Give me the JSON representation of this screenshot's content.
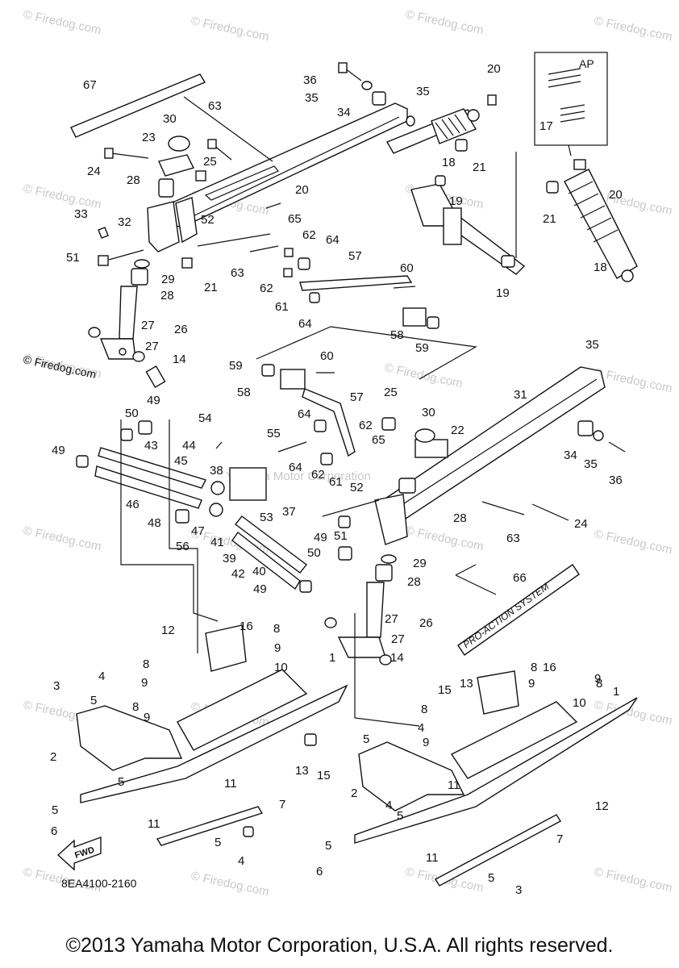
{
  "diagram": {
    "part_code": "8EA4100-2160",
    "inset_label": "AP",
    "fwd_label": "FWD",
    "watermark": "© Firedog.com",
    "center_watermark": "Yamaha Motor Corporation",
    "banner_text": "PRO-ACTION SYSTEM",
    "callouts": [
      {
        "id": "c67",
        "text": "67"
      },
      {
        "id": "c63a",
        "text": "63"
      },
      {
        "id": "c30a",
        "text": "30"
      },
      {
        "id": "c23",
        "text": "23"
      },
      {
        "id": "c24a",
        "text": "24"
      },
      {
        "id": "c25a",
        "text": "25"
      },
      {
        "id": "c28a",
        "text": "28"
      },
      {
        "id": "c33",
        "text": "33"
      },
      {
        "id": "c32",
        "text": "32"
      },
      {
        "id": "c52a",
        "text": "52"
      },
      {
        "id": "c51a",
        "text": "51"
      },
      {
        "id": "c29a",
        "text": "29"
      },
      {
        "id": "c28b",
        "text": "28"
      },
      {
        "id": "c21a",
        "text": "21"
      },
      {
        "id": "c27a",
        "text": "27"
      },
      {
        "id": "c26a",
        "text": "26"
      },
      {
        "id": "c27b",
        "text": "27"
      },
      {
        "id": "c36a",
        "text": "36"
      },
      {
        "id": "c35a",
        "text": "35"
      },
      {
        "id": "c34a",
        "text": "34"
      },
      {
        "id": "c35b",
        "text": "35"
      },
      {
        "id": "c20a",
        "text": "20"
      },
      {
        "id": "c18a",
        "text": "18"
      },
      {
        "id": "c21b",
        "text": "21"
      },
      {
        "id": "c20b",
        "text": "20"
      },
      {
        "id": "c65a",
        "text": "65"
      },
      {
        "id": "c62a",
        "text": "62"
      },
      {
        "id": "c64a",
        "text": "64"
      },
      {
        "id": "c63b",
        "text": "63"
      },
      {
        "id": "c62b",
        "text": "62"
      },
      {
        "id": "c61a",
        "text": "61"
      },
      {
        "id": "c57a",
        "text": "57"
      },
      {
        "id": "c60a",
        "text": "60"
      },
      {
        "id": "c64b",
        "text": "64"
      },
      {
        "id": "c58a",
        "text": "58"
      },
      {
        "id": "c59a",
        "text": "59"
      },
      {
        "id": "c19a",
        "text": "19"
      },
      {
        "id": "c19b",
        "text": "19"
      },
      {
        "id": "c17",
        "text": "17"
      },
      {
        "id": "c20c",
        "text": "20"
      },
      {
        "id": "c21c",
        "text": "21"
      },
      {
        "id": "c18b",
        "text": "18"
      },
      {
        "id": "c35c",
        "text": "35"
      },
      {
        "id": "c14a",
        "text": "14"
      },
      {
        "id": "c59b",
        "text": "59"
      },
      {
        "id": "c60b",
        "text": "60"
      },
      {
        "id": "c58b",
        "text": "58"
      },
      {
        "id": "c57b",
        "text": "57"
      },
      {
        "id": "c25b",
        "text": "25"
      },
      {
        "id": "c30b",
        "text": "30"
      },
      {
        "id": "c31",
        "text": "31"
      },
      {
        "id": "c49a",
        "text": "49"
      },
      {
        "id": "c50a",
        "text": "50"
      },
      {
        "id": "c54",
        "text": "54"
      },
      {
        "id": "c64c",
        "text": "64"
      },
      {
        "id": "c62c",
        "text": "62"
      },
      {
        "id": "c22",
        "text": "22"
      },
      {
        "id": "c65b",
        "text": "65"
      },
      {
        "id": "c55",
        "text": "55"
      },
      {
        "id": "c49b",
        "text": "49"
      },
      {
        "id": "c43",
        "text": "43"
      },
      {
        "id": "c44",
        "text": "44"
      },
      {
        "id": "c45",
        "text": "45"
      },
      {
        "id": "c38",
        "text": "38"
      },
      {
        "id": "c64d",
        "text": "64"
      },
      {
        "id": "c62d",
        "text": "62"
      },
      {
        "id": "c61b",
        "text": "61"
      },
      {
        "id": "c52b",
        "text": "52"
      },
      {
        "id": "c34b",
        "text": "34"
      },
      {
        "id": "c35d",
        "text": "35"
      },
      {
        "id": "c36b",
        "text": "36"
      },
      {
        "id": "c46",
        "text": "46"
      },
      {
        "id": "c48",
        "text": "48"
      },
      {
        "id": "c56",
        "text": "56"
      },
      {
        "id": "c47",
        "text": "47"
      },
      {
        "id": "c41",
        "text": "41"
      },
      {
        "id": "c53",
        "text": "53"
      },
      {
        "id": "c37",
        "text": "37"
      },
      {
        "id": "c28c",
        "text": "28"
      },
      {
        "id": "c24b",
        "text": "24"
      },
      {
        "id": "c63c",
        "text": "63"
      },
      {
        "id": "c51b",
        "text": "51"
      },
      {
        "id": "c49c",
        "text": "49"
      },
      {
        "id": "c50b",
        "text": "50"
      },
      {
        "id": "c39",
        "text": "39"
      },
      {
        "id": "c42",
        "text": "42"
      },
      {
        "id": "c40",
        "text": "40"
      },
      {
        "id": "c49d",
        "text": "49"
      },
      {
        "id": "c29b",
        "text": "29"
      },
      {
        "id": "c28d",
        "text": "28"
      },
      {
        "id": "c66",
        "text": "66"
      },
      {
        "id": "c27c",
        "text": "27"
      },
      {
        "id": "c26b",
        "text": "26"
      },
      {
        "id": "c27d",
        "text": "27"
      },
      {
        "id": "c12a",
        "text": "12"
      },
      {
        "id": "c16a",
        "text": "16"
      },
      {
        "id": "c8a",
        "text": "8"
      },
      {
        "id": "c9a",
        "text": "9"
      },
      {
        "id": "c14b",
        "text": "14"
      },
      {
        "id": "c8b",
        "text": "8"
      },
      {
        "id": "c9b",
        "text": "9"
      },
      {
        "id": "c10a",
        "text": "10"
      },
      {
        "id": "c1a",
        "text": "1"
      },
      {
        "id": "c4a",
        "text": "4"
      },
      {
        "id": "c3a",
        "text": "3"
      },
      {
        "id": "c5a",
        "text": "5"
      },
      {
        "id": "c8c",
        "text": "8"
      },
      {
        "id": "c9c",
        "text": "9"
      },
      {
        "id": "c2a",
        "text": "2"
      },
      {
        "id": "c5b",
        "text": "5"
      },
      {
        "id": "c13a",
        "text": "13"
      },
      {
        "id": "c15a",
        "text": "15"
      },
      {
        "id": "c11a",
        "text": "11"
      },
      {
        "id": "c7a",
        "text": "7"
      },
      {
        "id": "c5c",
        "text": "5"
      },
      {
        "id": "c6a",
        "text": "6"
      },
      {
        "id": "c11b",
        "text": "11"
      },
      {
        "id": "c5d",
        "text": "5"
      },
      {
        "id": "c4b",
        "text": "4"
      },
      {
        "id": "c16b",
        "text": "16"
      },
      {
        "id": "c8d",
        "text": "8"
      },
      {
        "id": "c8e",
        "text": "8"
      },
      {
        "id": "c9d",
        "text": "9"
      },
      {
        "id": "c9e",
        "text": "9"
      },
      {
        "id": "c15b",
        "text": "15"
      },
      {
        "id": "c13b",
        "text": "13"
      },
      {
        "id": "c1b",
        "text": "1"
      },
      {
        "id": "c10b",
        "text": "10"
      },
      {
        "id": "c8f",
        "text": "8"
      },
      {
        "id": "c9f",
        "text": "9"
      },
      {
        "id": "c5e",
        "text": "5"
      },
      {
        "id": "c4c",
        "text": "4"
      },
      {
        "id": "c2b",
        "text": "2"
      },
      {
        "id": "c11c",
        "text": "11"
      },
      {
        "id": "c12b",
        "text": "12"
      },
      {
        "id": "c4d",
        "text": "4"
      },
      {
        "id": "c5f",
        "text": "5"
      },
      {
        "id": "c7b",
        "text": "7"
      },
      {
        "id": "c5g",
        "text": "5"
      },
      {
        "id": "c11d",
        "text": "11"
      },
      {
        "id": "c6b",
        "text": "6"
      },
      {
        "id": "c5h",
        "text": "5"
      },
      {
        "id": "c3b",
        "text": "3"
      }
    ]
  },
  "footer": {
    "copyright": "©2013 Yamaha Motor Corporation, U.S.A. All rights reserved."
  }
}
